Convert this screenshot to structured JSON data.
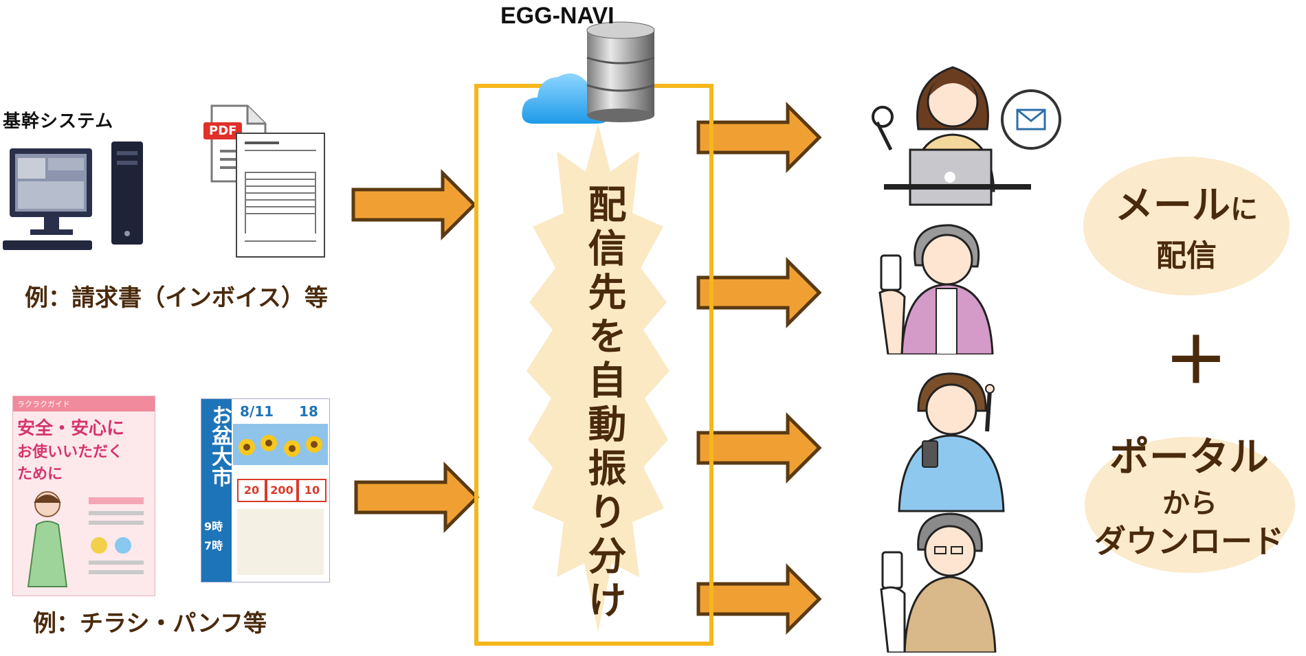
{
  "system": {
    "name": "EGG-NAVI",
    "center_label": "配信先を自動振り分け"
  },
  "sources": {
    "core_system_title": "基幹システム",
    "pdf_badge": "PDF",
    "invoice_example": "例：請求書（インボイス）等",
    "flyer_example": "例：チラシ・パンフ等",
    "flyer_pink": {
      "header": "ラクラクガイド",
      "title_line1": "安全・安心に",
      "title_line2": "お使いいただく",
      "title_line3": "ために"
    },
    "flyer_blue": {
      "vertical_title": "お盆大市",
      "date_text": "8/11",
      "date_text_2": "18",
      "open_label": "9時",
      "close_label": "7時",
      "badge_20": "20",
      "badge_200": "200",
      "badge_10": "10"
    }
  },
  "outputs": {
    "mail_word": "メール",
    "mail_particle": "に",
    "mail_word2": "配信",
    "plus": "＋",
    "portal_word": "ポータル",
    "portal_particle": "から",
    "portal_word2": "ダウンロード"
  },
  "colors": {
    "arrow_fill": "#f0a033",
    "arrow_stroke": "#5a3a12",
    "frame": "#f5b71c",
    "burst": "#fbe9c4",
    "ellipse": "#fbeacb",
    "text_brown": "#4a2a0c"
  }
}
